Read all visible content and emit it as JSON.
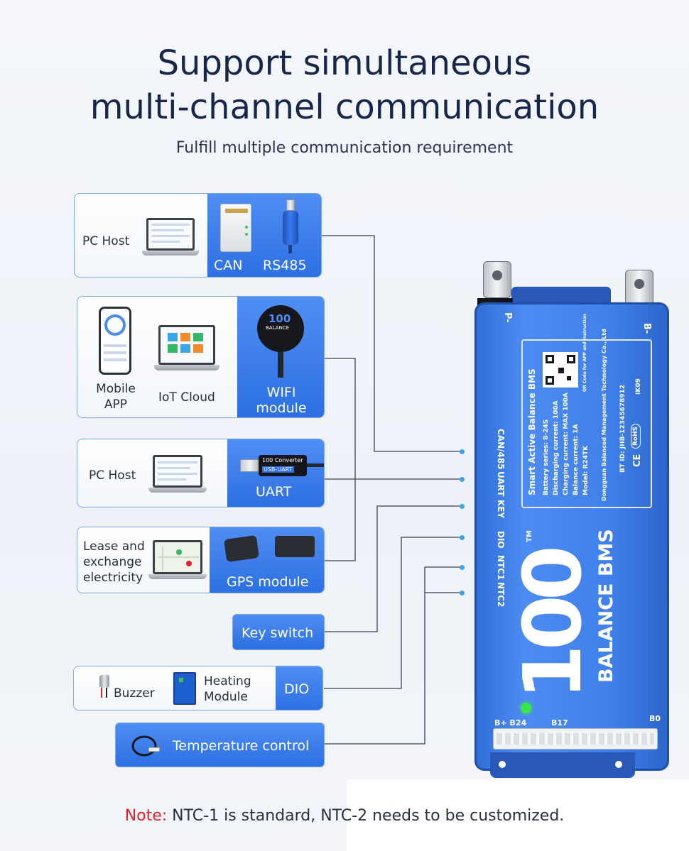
{
  "header": {
    "title_line1": "Support simultaneous",
    "title_line2": "multi-channel communication",
    "subtitle": "Fulfill multiple communication requirement"
  },
  "cards": {
    "can_rs485": {
      "left_label": "PC Host",
      "label_can": "CAN",
      "label_rs485": "RS485"
    },
    "wifi": {
      "label_mobile_line1": "Mobile",
      "label_mobile_line2": "APP",
      "label_cloud": "IoT Cloud",
      "label_wifi_line1": "WIFI",
      "label_wifi_line2": "module",
      "module_brand": "100",
      "module_text": "BALANCE"
    },
    "uart": {
      "left_label": "PC Host",
      "label_uart": "UART",
      "converter_brand": "100 Converter",
      "converter_text": "USB-UART"
    },
    "gps": {
      "label_line1": "Lease and",
      "label_line2": "exchange",
      "label_line3": "electricity",
      "label_gps": "GPS module"
    },
    "key": {
      "label": "Key switch"
    },
    "dio": {
      "label_buzzer": "Buzzer",
      "label_heating_line1": "Heating",
      "label_heating_line2": "Module",
      "label_dio": "DIO"
    },
    "temp": {
      "label": "Temperature control"
    }
  },
  "bms": {
    "ports": [
      "CAN/485",
      "UART",
      "KEY",
      "DIO",
      "NTC1",
      "NTC2"
    ],
    "terminal_p": "P-",
    "terminal_b": "B-",
    "title": "Smart Active Balance BMS",
    "specs": [
      "Battery series: 8-24S",
      "Discharging current: 100A",
      "Charging current: MAX 100A",
      "Balance current: 1A",
      "Model: R24TK"
    ],
    "qr_caption": "QR Code for APP and Instruction",
    "manufacturer": "Dongguan Balanced Management Technology Co., Ltd",
    "bt_id": "BT ID: JHB-12345678912",
    "code": "IK09",
    "rohs": "RoHS",
    "ce": "CE",
    "brand_number": "100",
    "brand_name": "BALANCE BMS",
    "tm": "TM",
    "bottom_labels": {
      "left": "B+ B24",
      "mid": "B17",
      "right": "B0"
    }
  },
  "note": {
    "prefix": "Note:",
    "text": " NTC-1 is standard, NTC-2 needs to be customized."
  }
}
